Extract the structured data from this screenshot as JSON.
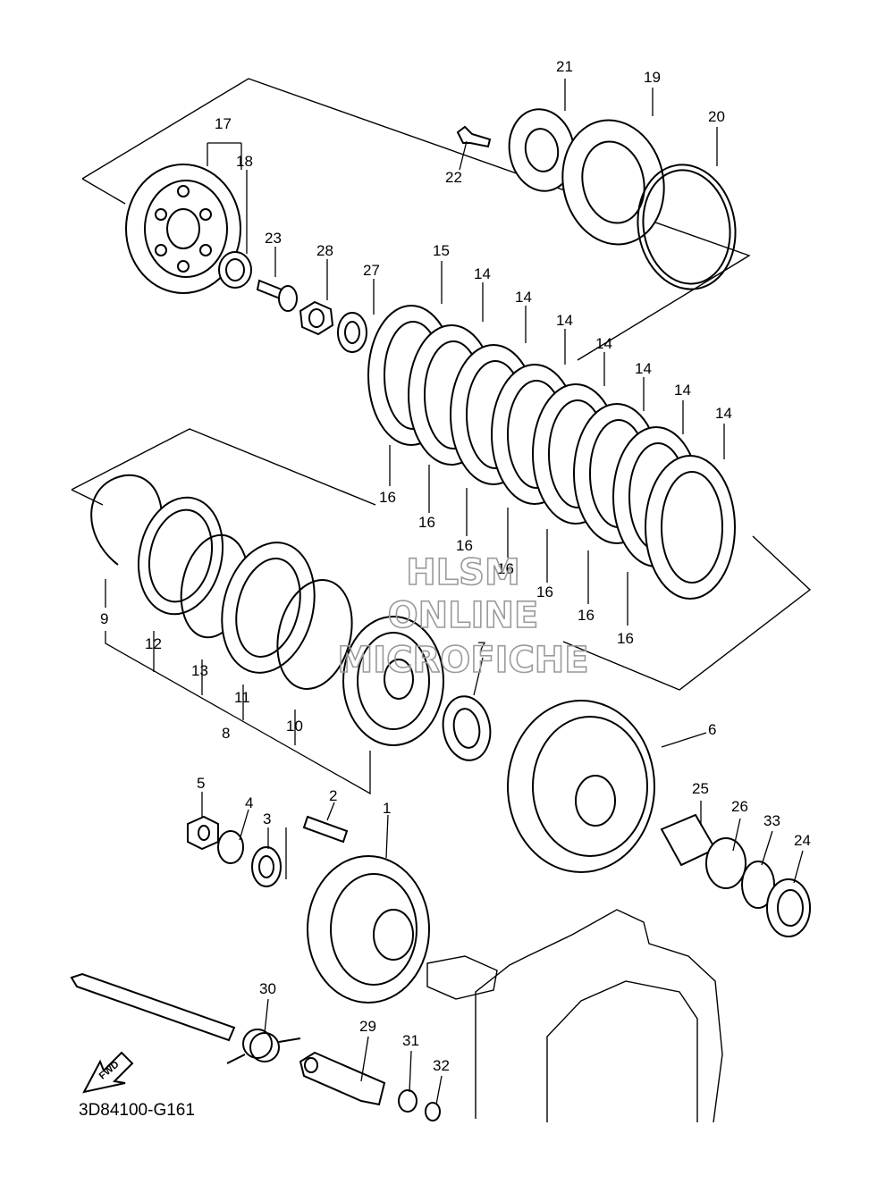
{
  "watermark": {
    "line1": "HLSM",
    "line2": "ONLINE",
    "line3": "MICROFICHE"
  },
  "diagram_code": "3D84100-G161",
  "fwd_label": "FWD",
  "callouts": [
    {
      "id": "c21",
      "text": "21"
    },
    {
      "id": "c19",
      "text": "19"
    },
    {
      "id": "c20",
      "text": "20"
    },
    {
      "id": "c17",
      "text": "17"
    },
    {
      "id": "c18",
      "text": "18"
    },
    {
      "id": "c22",
      "text": "22"
    },
    {
      "id": "c23",
      "text": "23"
    },
    {
      "id": "c28",
      "text": "28"
    },
    {
      "id": "c27",
      "text": "27"
    },
    {
      "id": "c15",
      "text": "15"
    },
    {
      "id": "c14a",
      "text": "14"
    },
    {
      "id": "c14b",
      "text": "14"
    },
    {
      "id": "c14c",
      "text": "14"
    },
    {
      "id": "c14d",
      "text": "14"
    },
    {
      "id": "c14e",
      "text": "14"
    },
    {
      "id": "c14f",
      "text": "14"
    },
    {
      "id": "c14g",
      "text": "14"
    },
    {
      "id": "c16a",
      "text": "16"
    },
    {
      "id": "c16b",
      "text": "16"
    },
    {
      "id": "c16c",
      "text": "16"
    },
    {
      "id": "c16d",
      "text": "16"
    },
    {
      "id": "c16e",
      "text": "16"
    },
    {
      "id": "c16f",
      "text": "16"
    },
    {
      "id": "c16g",
      "text": "16"
    },
    {
      "id": "c9",
      "text": "9"
    },
    {
      "id": "c12",
      "text": "12"
    },
    {
      "id": "c13",
      "text": "13"
    },
    {
      "id": "c11",
      "text": "11"
    },
    {
      "id": "c8",
      "text": "8"
    },
    {
      "id": "c10",
      "text": "10"
    },
    {
      "id": "c7",
      "text": "7"
    },
    {
      "id": "c6",
      "text": "6"
    },
    {
      "id": "c5",
      "text": "5"
    },
    {
      "id": "c4",
      "text": "4"
    },
    {
      "id": "c3",
      "text": "3"
    },
    {
      "id": "c2",
      "text": "2"
    },
    {
      "id": "c1",
      "text": "1"
    },
    {
      "id": "c25",
      "text": "25"
    },
    {
      "id": "c26",
      "text": "26"
    },
    {
      "id": "c33",
      "text": "33"
    },
    {
      "id": "c24",
      "text": "24"
    },
    {
      "id": "c30",
      "text": "30"
    },
    {
      "id": "c29",
      "text": "29"
    },
    {
      "id": "c31",
      "text": "31"
    },
    {
      "id": "c32",
      "text": "32"
    }
  ]
}
